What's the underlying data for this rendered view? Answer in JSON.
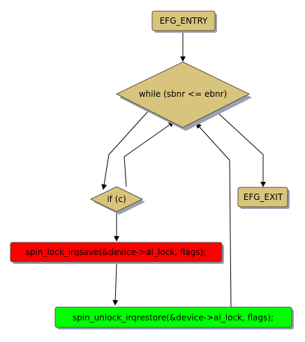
{
  "colors": {
    "default_fill": "#d9c47d",
    "lock_fill": "#ff0000",
    "unlock_fill": "#00ff00",
    "border": "#55513f",
    "shadow": "#9aa0b4",
    "edge": "#000000"
  },
  "nodes": {
    "entry": {
      "label": "EFG_ENTRY"
    },
    "while": {
      "label": "while (sbnr <= ebnr)"
    },
    "if": {
      "label": "if (c)"
    },
    "exit": {
      "label": "EFG_EXIT"
    },
    "lock": {
      "label": "spin_lock_irqsave(&device->al_lock, flags);"
    },
    "unlock": {
      "label": "spin_unlock_irqrestore(&device->al_lock, flags);"
    }
  }
}
